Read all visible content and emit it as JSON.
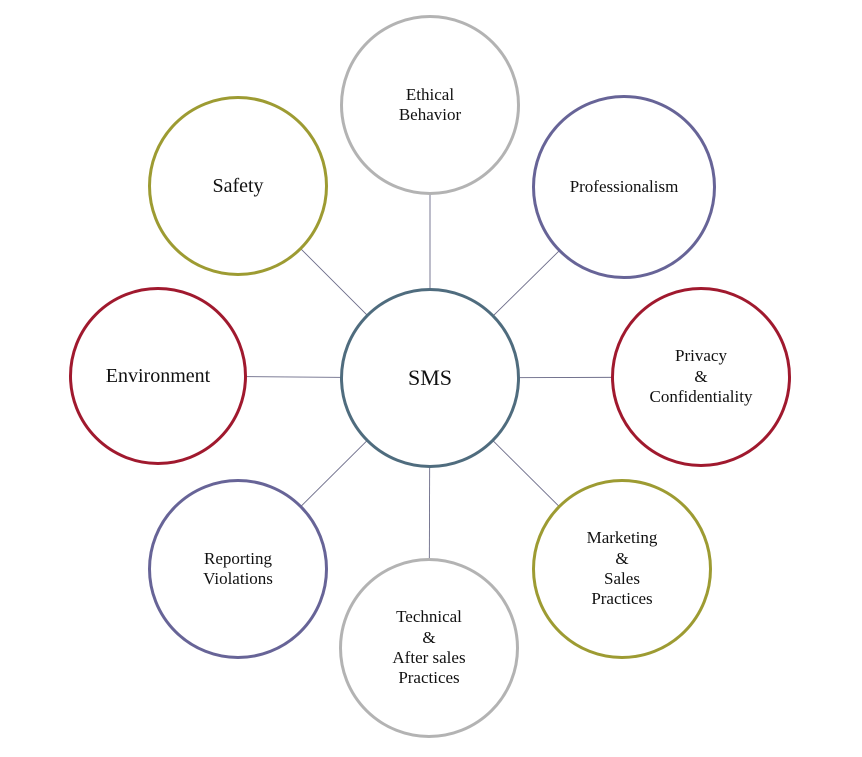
{
  "diagram": {
    "hub": {
      "label": "SMS",
      "color": "#4f6c7e"
    },
    "nodes": [
      {
        "id": "ethical-behavior",
        "label": "Ethical\nBehavior",
        "color": "#b3b3b3"
      },
      {
        "id": "professionalism",
        "label": "Professionalism",
        "color": "#676497"
      },
      {
        "id": "privacy-confidentiality",
        "label": "Privacy\n&\nConfidentiality",
        "color": "#a0192e"
      },
      {
        "id": "marketing-sales-practices",
        "label": "Marketing\n&\nSales\nPractices",
        "color": "#9d9b32"
      },
      {
        "id": "technical-after-sales-practices",
        "label": "Technical\n&\nAfter sales\nPractices",
        "color": "#b3b3b3"
      },
      {
        "id": "reporting-violations",
        "label": "Reporting\nViolations",
        "color": "#676497"
      },
      {
        "id": "environment",
        "label": "Environment",
        "color": "#a0192e"
      },
      {
        "id": "safety",
        "label": "Safety",
        "color": "#9d9b32"
      }
    ],
    "connector_color": "#6b6b88"
  }
}
